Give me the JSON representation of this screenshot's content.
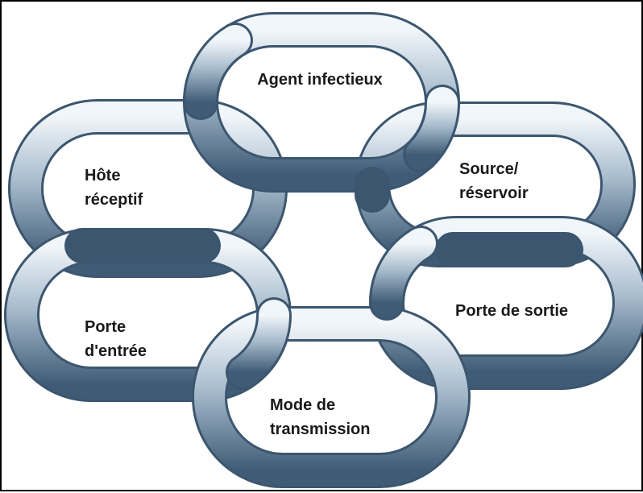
{
  "diagram": {
    "links": [
      {
        "id": "agent",
        "lines": [
          "Agent infectieux"
        ]
      },
      {
        "id": "source",
        "lines": [
          "Source/",
          "réservoir"
        ]
      },
      {
        "id": "sortie",
        "lines": [
          "Porte de sortie"
        ]
      },
      {
        "id": "mode",
        "lines": [
          "Mode de",
          "transmission"
        ]
      },
      {
        "id": "entree",
        "lines": [
          "Porte",
          "d'entrée"
        ]
      },
      {
        "id": "hote",
        "lines": [
          "Hôte",
          "réceptif"
        ]
      }
    ],
    "colors": {
      "chain_light": "#e8f0f6",
      "chain_mid": "#9fb4c7",
      "chain_dark": "#45617c",
      "frame": "#000000",
      "text": "#1a1a1a"
    }
  }
}
